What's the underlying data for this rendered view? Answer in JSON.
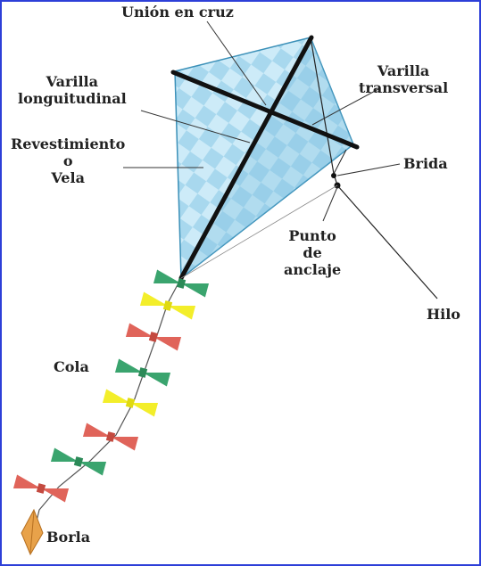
{
  "labels": {
    "union_en_cruz": "Unión en cruz",
    "varilla_longitudinal": [
      "Varilla",
      "longuitudinal"
    ],
    "varilla_transversal": [
      "Varilla",
      "transversal"
    ],
    "revestimiento_o_vela": [
      "Revestimiento",
      "o",
      "Vela"
    ],
    "brida": "Brida",
    "punto_de_anclaje": [
      "Punto",
      "de",
      "anclaje"
    ],
    "hilo": "Hilo",
    "cola": "Cola",
    "borla": "Borla"
  },
  "colors": {
    "border": "#2d3fd8",
    "sail": "#9fd3ec",
    "sail_pattern": "#c9e9f7",
    "rod": "#111111",
    "tail_green": "#3aa46e",
    "tail_yellow": "#f3ee2a",
    "tail_red": "#e0645a",
    "tassel": "#e8a24a"
  }
}
